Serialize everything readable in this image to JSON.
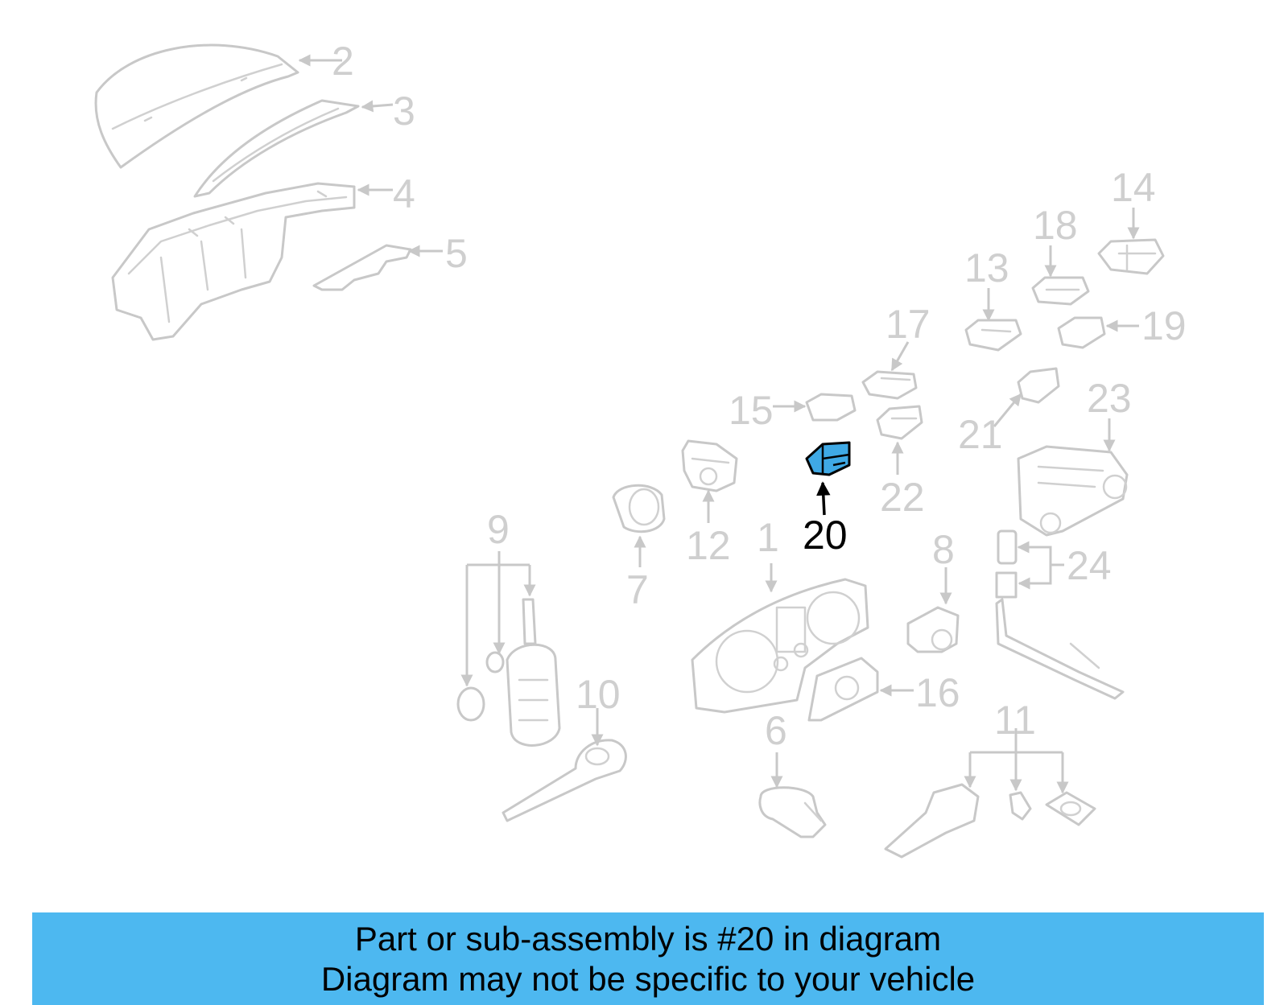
{
  "diagram": {
    "highlight_color": "#3fa9e5",
    "part_outline_color": "#c8c8c8",
    "callouts": [
      {
        "id": "1",
        "label": "1"
      },
      {
        "id": "2",
        "label": "2"
      },
      {
        "id": "3",
        "label": "3"
      },
      {
        "id": "4",
        "label": "4"
      },
      {
        "id": "5",
        "label": "5"
      },
      {
        "id": "6",
        "label": "6"
      },
      {
        "id": "7",
        "label": "7"
      },
      {
        "id": "8",
        "label": "8"
      },
      {
        "id": "9",
        "label": "9"
      },
      {
        "id": "10",
        "label": "10"
      },
      {
        "id": "11",
        "label": "11"
      },
      {
        "id": "12",
        "label": "12"
      },
      {
        "id": "13",
        "label": "13"
      },
      {
        "id": "14",
        "label": "14"
      },
      {
        "id": "15",
        "label": "15"
      },
      {
        "id": "16",
        "label": "16"
      },
      {
        "id": "17",
        "label": "17"
      },
      {
        "id": "18",
        "label": "18"
      },
      {
        "id": "19",
        "label": "19"
      },
      {
        "id": "20",
        "label": "20",
        "highlighted": true
      },
      {
        "id": "21",
        "label": "21"
      },
      {
        "id": "22",
        "label": "22"
      },
      {
        "id": "23",
        "label": "23"
      },
      {
        "id": "24",
        "label": "24"
      }
    ]
  },
  "banner": {
    "background": "#4db8f0",
    "line1": "Part or sub-assembly is #20 in diagram",
    "line2": "Diagram may not be specific to your vehicle"
  }
}
